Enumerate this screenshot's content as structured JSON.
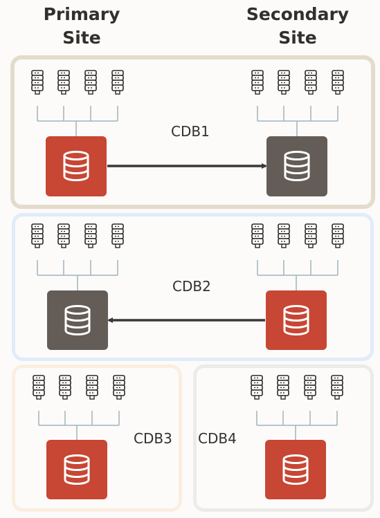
{
  "headers": {
    "primary": [
      "Primary",
      "Site"
    ],
    "secondary": [
      "Secondary",
      "Site"
    ]
  },
  "colors": {
    "primary_db": "#c74634",
    "standby_db": "#645d57",
    "cdb1_border": "#e4dccb",
    "cdb2_border": "#e1ecfa",
    "cdb3_border": "#fbeedf",
    "cdb4_border": "#ebebe9",
    "server_fill": "#ffffff",
    "line_stroke": "#9fb3bb",
    "arrow": "#3b3734",
    "text": "#332f2c"
  },
  "cdbs": [
    {
      "label": "CDB1",
      "primary_role": "primary",
      "secondary_role": "standby",
      "replication": "primary-to-secondary"
    },
    {
      "label": "CDB2",
      "primary_role": "standby",
      "secondary_role": "primary",
      "replication": "secondary-to-primary"
    },
    {
      "label": "CDB3",
      "primary_role": "primary",
      "replication": "none"
    },
    {
      "label": "CDB4",
      "secondary_role": "primary",
      "replication": "none"
    }
  ],
  "servers_per_cluster": 4,
  "icons": {
    "server": "server-icon",
    "database": "database-icon",
    "arrow": "replication-arrow"
  }
}
